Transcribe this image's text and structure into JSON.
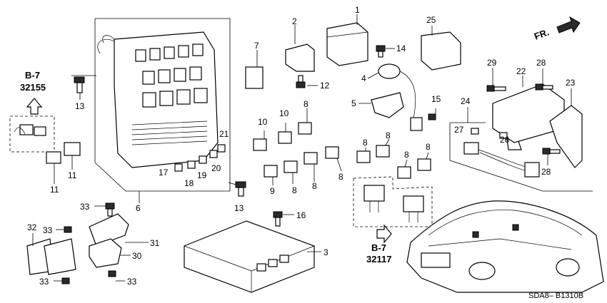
{
  "callouts": {
    "n1": "1",
    "n2": "2",
    "n3": "3",
    "n4": "4",
    "n5": "5",
    "n6": "6",
    "n7": "7",
    "n8": "8",
    "n9": "9",
    "n10": "10",
    "n11": "11",
    "n12": "12",
    "n13": "13",
    "n14": "14",
    "n15": "15",
    "n16": "16",
    "n17": "17",
    "n18": "18",
    "n19": "19",
    "n20": "20",
    "n21": "21",
    "n22": "22",
    "n23": "23",
    "n24": "24",
    "n25": "25",
    "n26": "26",
    "n27": "27",
    "n28": "28",
    "n29": "29",
    "n30": "30",
    "n31": "31",
    "n32": "32",
    "n33": "33"
  },
  "references": {
    "ref1_section": "B-7",
    "ref1_part": "32155",
    "ref2_section": "B-7",
    "ref2_part": "32117"
  },
  "front_indicator": "FR.",
  "diagram_code": "SDA8– B1310B"
}
